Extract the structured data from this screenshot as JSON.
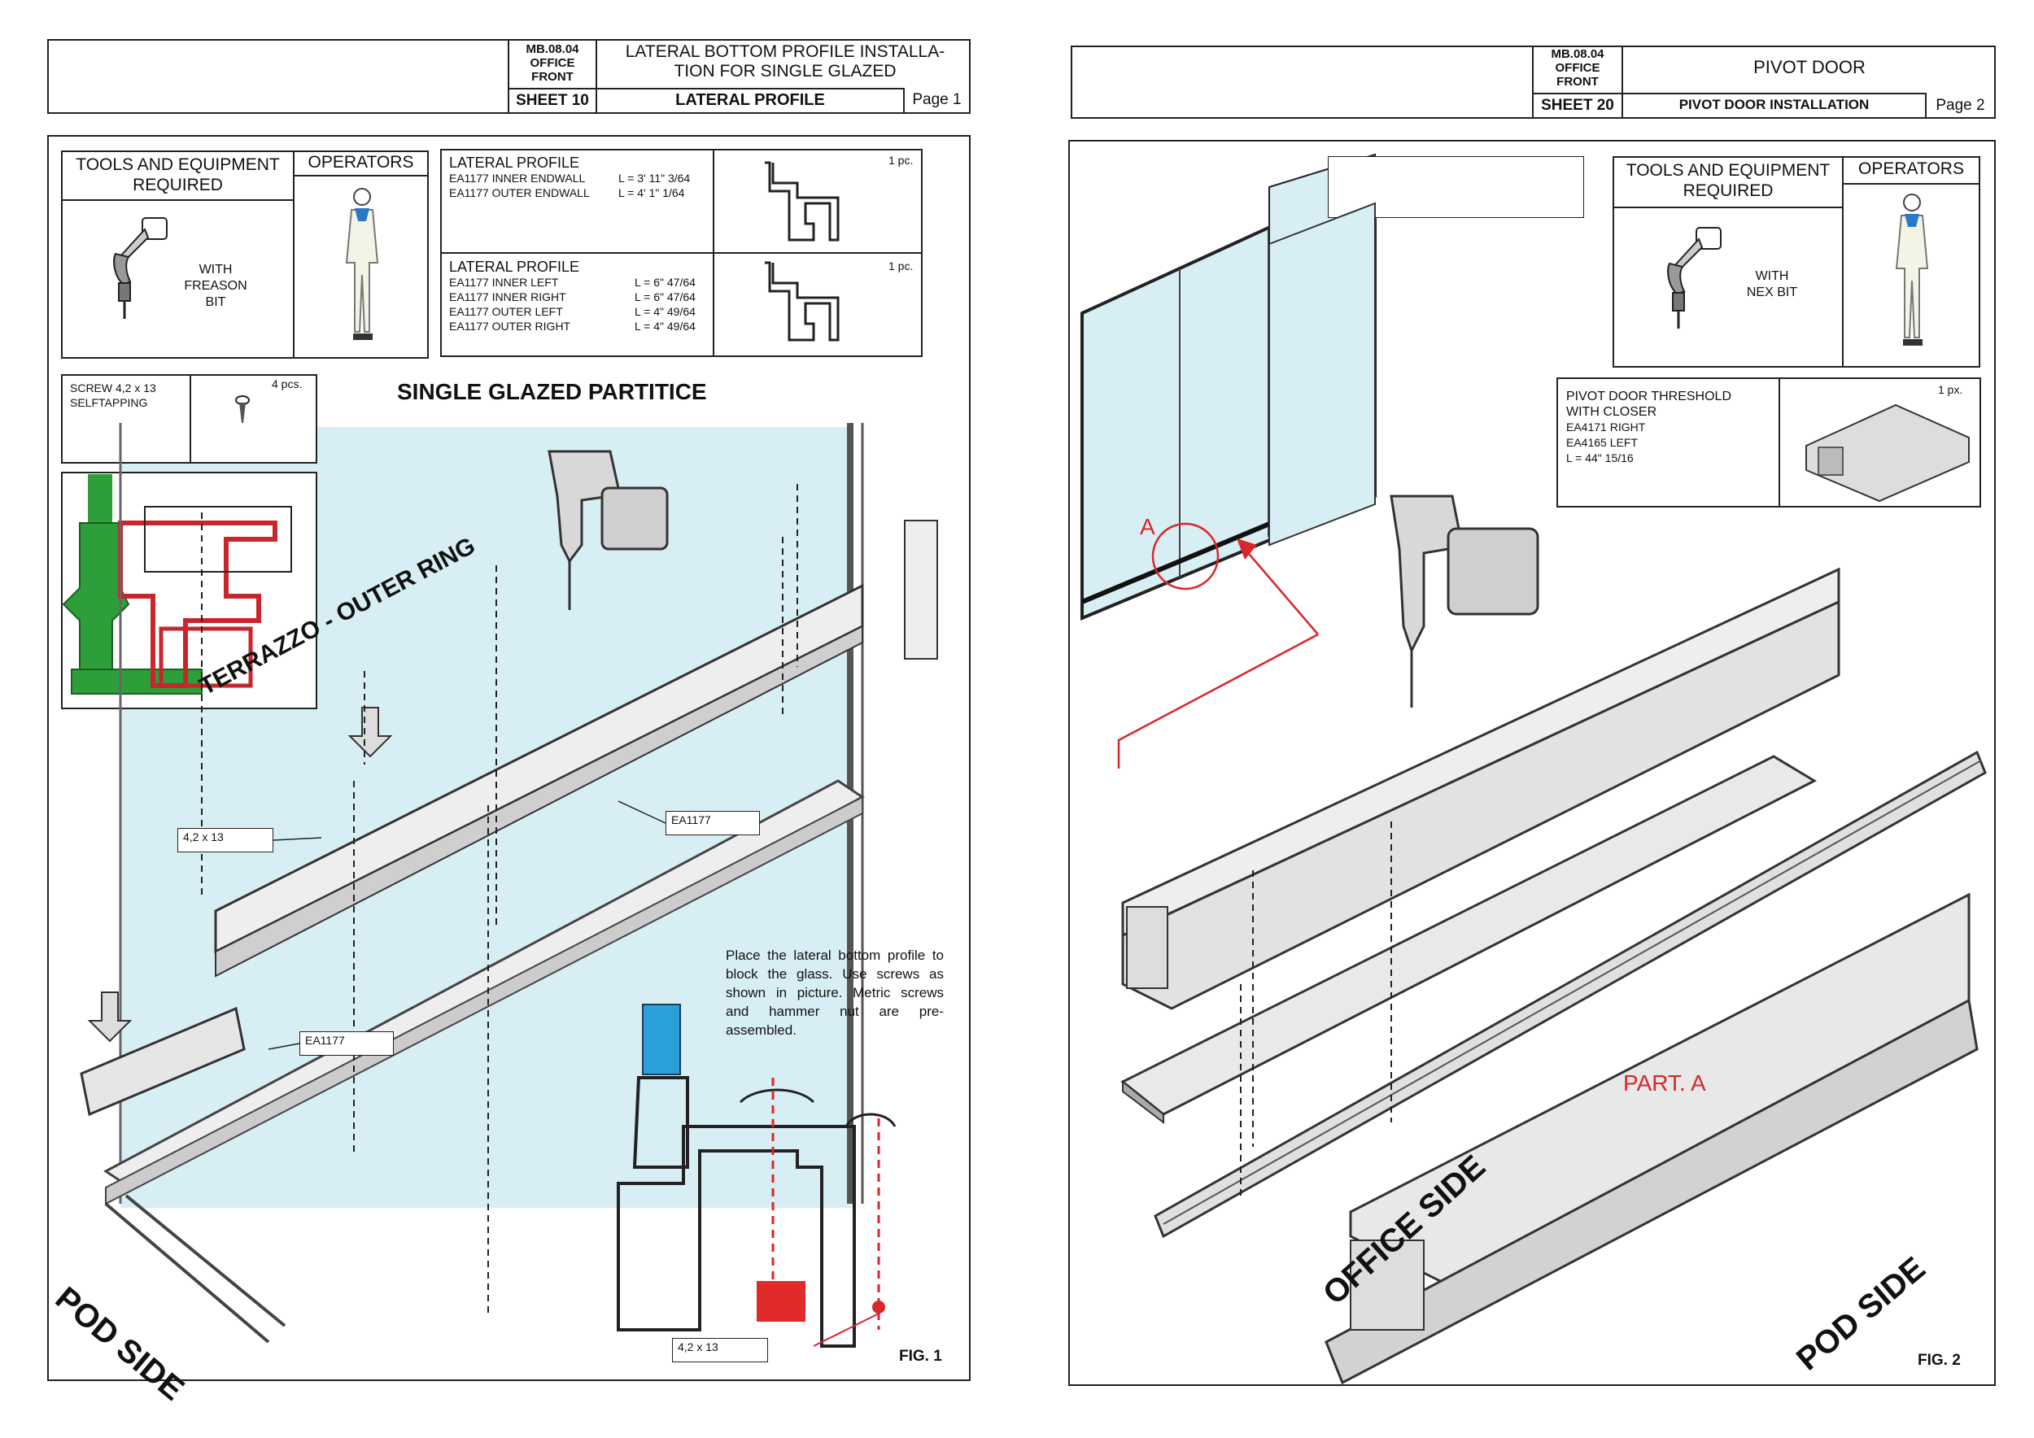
{
  "sheet10": {
    "header": {
      "code_lines": [
        "MB.08.04",
        "OFFICE",
        "FRONT"
      ],
      "sheet": "SHEET 10",
      "title_line1": "LATERAL BOTTOM PROFILE INSTALLA-",
      "title_line2": "TION FOR SINGLE GLAZED",
      "subtitle": "LATERAL PROFILE",
      "page": "Page 1"
    },
    "tools": {
      "title_line1": "TOOLS AND EQUIPMENT",
      "title_line2": "REQUIRED",
      "operators": "OPERATORS",
      "tool_note_lines": [
        "WITH",
        "FREASON",
        "BIT"
      ]
    },
    "parts": [
      {
        "title": "LATERAL PROFILE",
        "rows": [
          {
            "name": "EA1177 INNER ENDWALL",
            "len": "L = 3' 11\" 3/64"
          },
          {
            "name": "EA1177 OUTER ENDWALL",
            "len": "L = 4' 1\" 1/64"
          }
        ],
        "qty": "1 pc."
      },
      {
        "title": "LATERAL PROFILE",
        "rows": [
          {
            "name": "EA1177 INNER LEFT",
            "len": "L = 6\" 47/64"
          },
          {
            "name": "EA1177 INNER RIGHT",
            "len": "L = 6\" 47/64"
          },
          {
            "name": "EA1177 OUTER LEFT",
            "len": "L = 4\" 49/64"
          },
          {
            "name": "EA1177 OUTER RIGHT",
            "len": "L = 4\" 49/64"
          }
        ],
        "qty": "1 pc."
      }
    ],
    "screw": {
      "line1": "SCREW 4,2 x 13",
      "line2": "SELFTAPPING",
      "qty": "4 pcs."
    },
    "heading": "SINGLE GLAZED PARTITICE",
    "terrazzo": "TERRAZZO - OUTER RING",
    "callouts": {
      "screw_a": "4,2 x 13",
      "profile_a": "EA1177",
      "profile_b": "EA1177",
      "screw_b": "4,2 x 13"
    },
    "note": "Place the lateral bottom profile to block the glass. Use screws as shown in picture. Metric screws and hammer nut are pre-assembled.",
    "side": "POD SIDE",
    "fig": "FIG. 1"
  },
  "sheet20": {
    "header": {
      "code_lines": [
        "MB.08.04",
        "OFFICE",
        "FRONT"
      ],
      "sheet": "SHEET 20",
      "title": "PIVOT DOOR",
      "subtitle": "PIVOT DOOR INSTALLATION",
      "page": "Page 2"
    },
    "tools": {
      "title_line1": "TOOLS AND EQUIPMENT",
      "title_line2": "REQUIRED",
      "operators": "OPERATORS",
      "tool_note_lines": [
        "WITH",
        "NEX BIT"
      ]
    },
    "part": {
      "lines": [
        "PIVOT DOOR THRESHOLD",
        "WITH CLOSER",
        "EA4171 RIGHT",
        "EA4165 LEFT",
        "L = 44\" 15/16"
      ],
      "qty": "1 px."
    },
    "marker": "A",
    "part_label": "PART. A",
    "side_office": "OFFICE SIDE",
    "side_pod": "POD SIDE",
    "fig": "FIG. 2"
  },
  "colors": {
    "glass": "#d8eef5",
    "accent_red": "#d9262c",
    "seal_green": "#2e9e3a",
    "glass_blue": "#2aa0d8"
  }
}
